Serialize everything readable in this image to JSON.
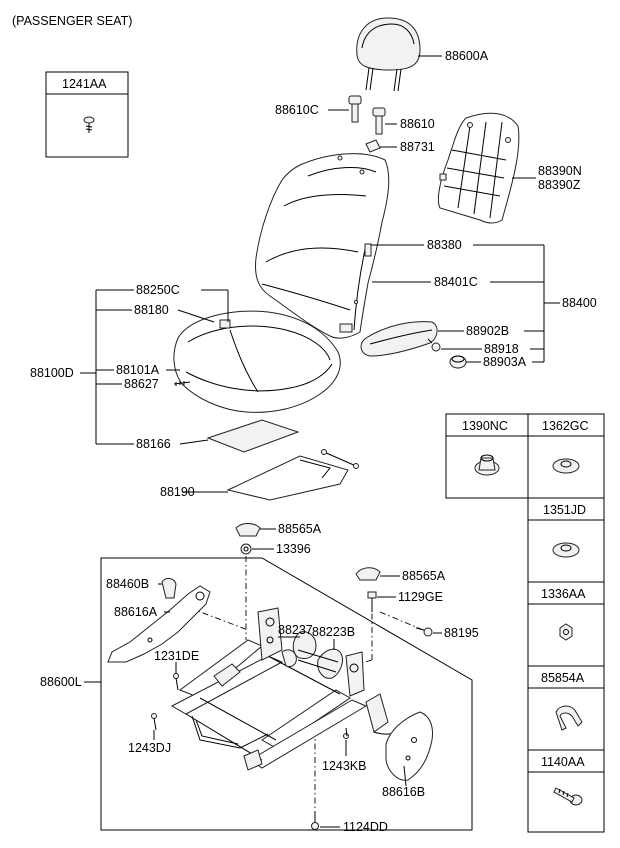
{
  "header": {
    "title": "(PASSENGER SEAT)"
  },
  "boxes": {
    "box_1241AA": "1241AA",
    "box_1390NC": "1390NC",
    "box_1362GC": "1362GC",
    "box_1351JD": "1351JD",
    "box_1336AA": "1336AA",
    "box_85854A": "85854A",
    "box_1140AA": "1140AA"
  },
  "labels": {
    "p88600A": "88600A",
    "p88610C": "88610C",
    "p88610": "88610",
    "p88731": "88731",
    "p88390N": "88390N",
    "p88390Z": "88390Z",
    "p88380": "88380",
    "p88401C": "88401C",
    "p88400": "88400",
    "p88250C": "88250C",
    "p88180": "88180",
    "p88902B": "88902B",
    "p88918": "88918",
    "p88903A": "88903A",
    "p88100D": "88100D",
    "p88101A": "88101A",
    "p88627": "88627",
    "p88166": "88166",
    "p88190": "88190",
    "p88565A_1": "88565A",
    "p13396": "13396",
    "p88565A_2": "88565A",
    "p88460B": "88460B",
    "p1129GE": "1129GE",
    "p88616A": "88616A",
    "p88237": "88237",
    "p88223B": "88223B",
    "p88195": "88195",
    "p1231DE": "1231DE",
    "p88600L": "88600L",
    "p1243DJ": "1243DJ",
    "p1243KB": "1243KB",
    "p88616B": "88616B",
    "p1124DD": "1124DD"
  }
}
